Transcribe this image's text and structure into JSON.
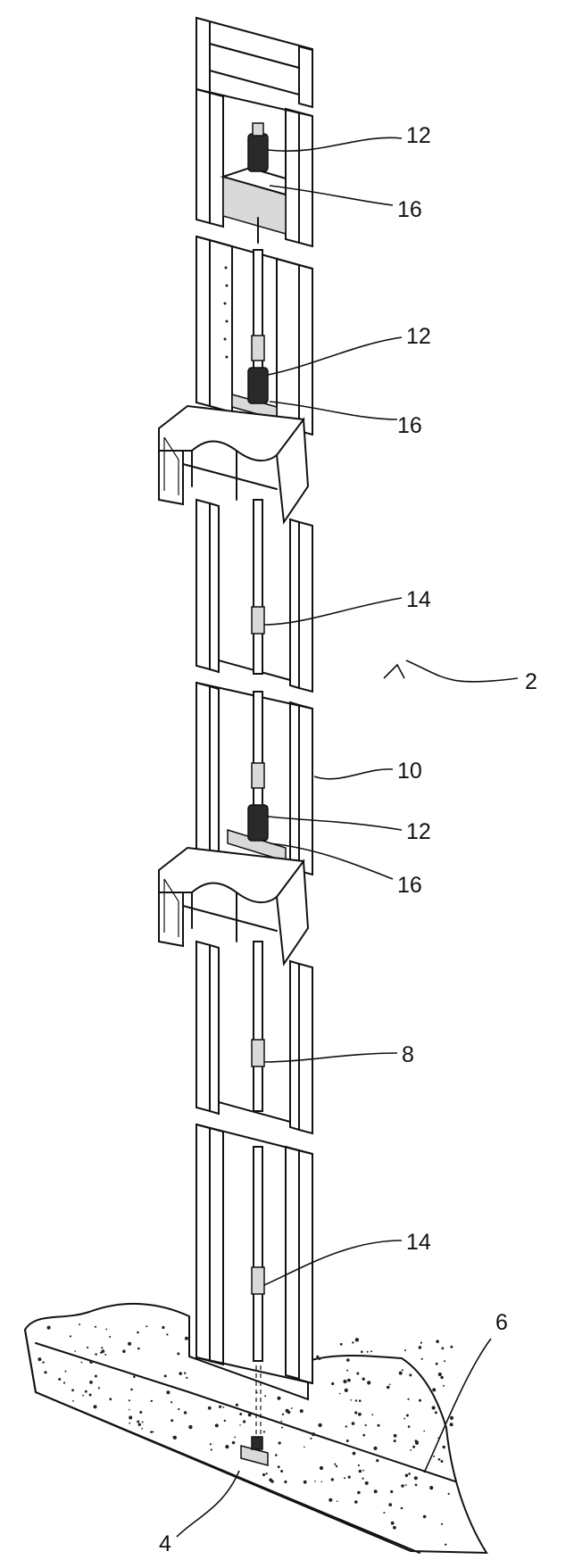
{
  "figure": {
    "labels": {
      "structure": "2",
      "anchor": "4",
      "ground": "6",
      "rod": "8",
      "panel": "10",
      "nut_top": "12",
      "nut_mid": "12",
      "nut_low": "12",
      "plate_top": "16",
      "plate_mid": "16",
      "plate_low": "16",
      "coupler_upper": "14",
      "coupler_lower": "14"
    }
  }
}
